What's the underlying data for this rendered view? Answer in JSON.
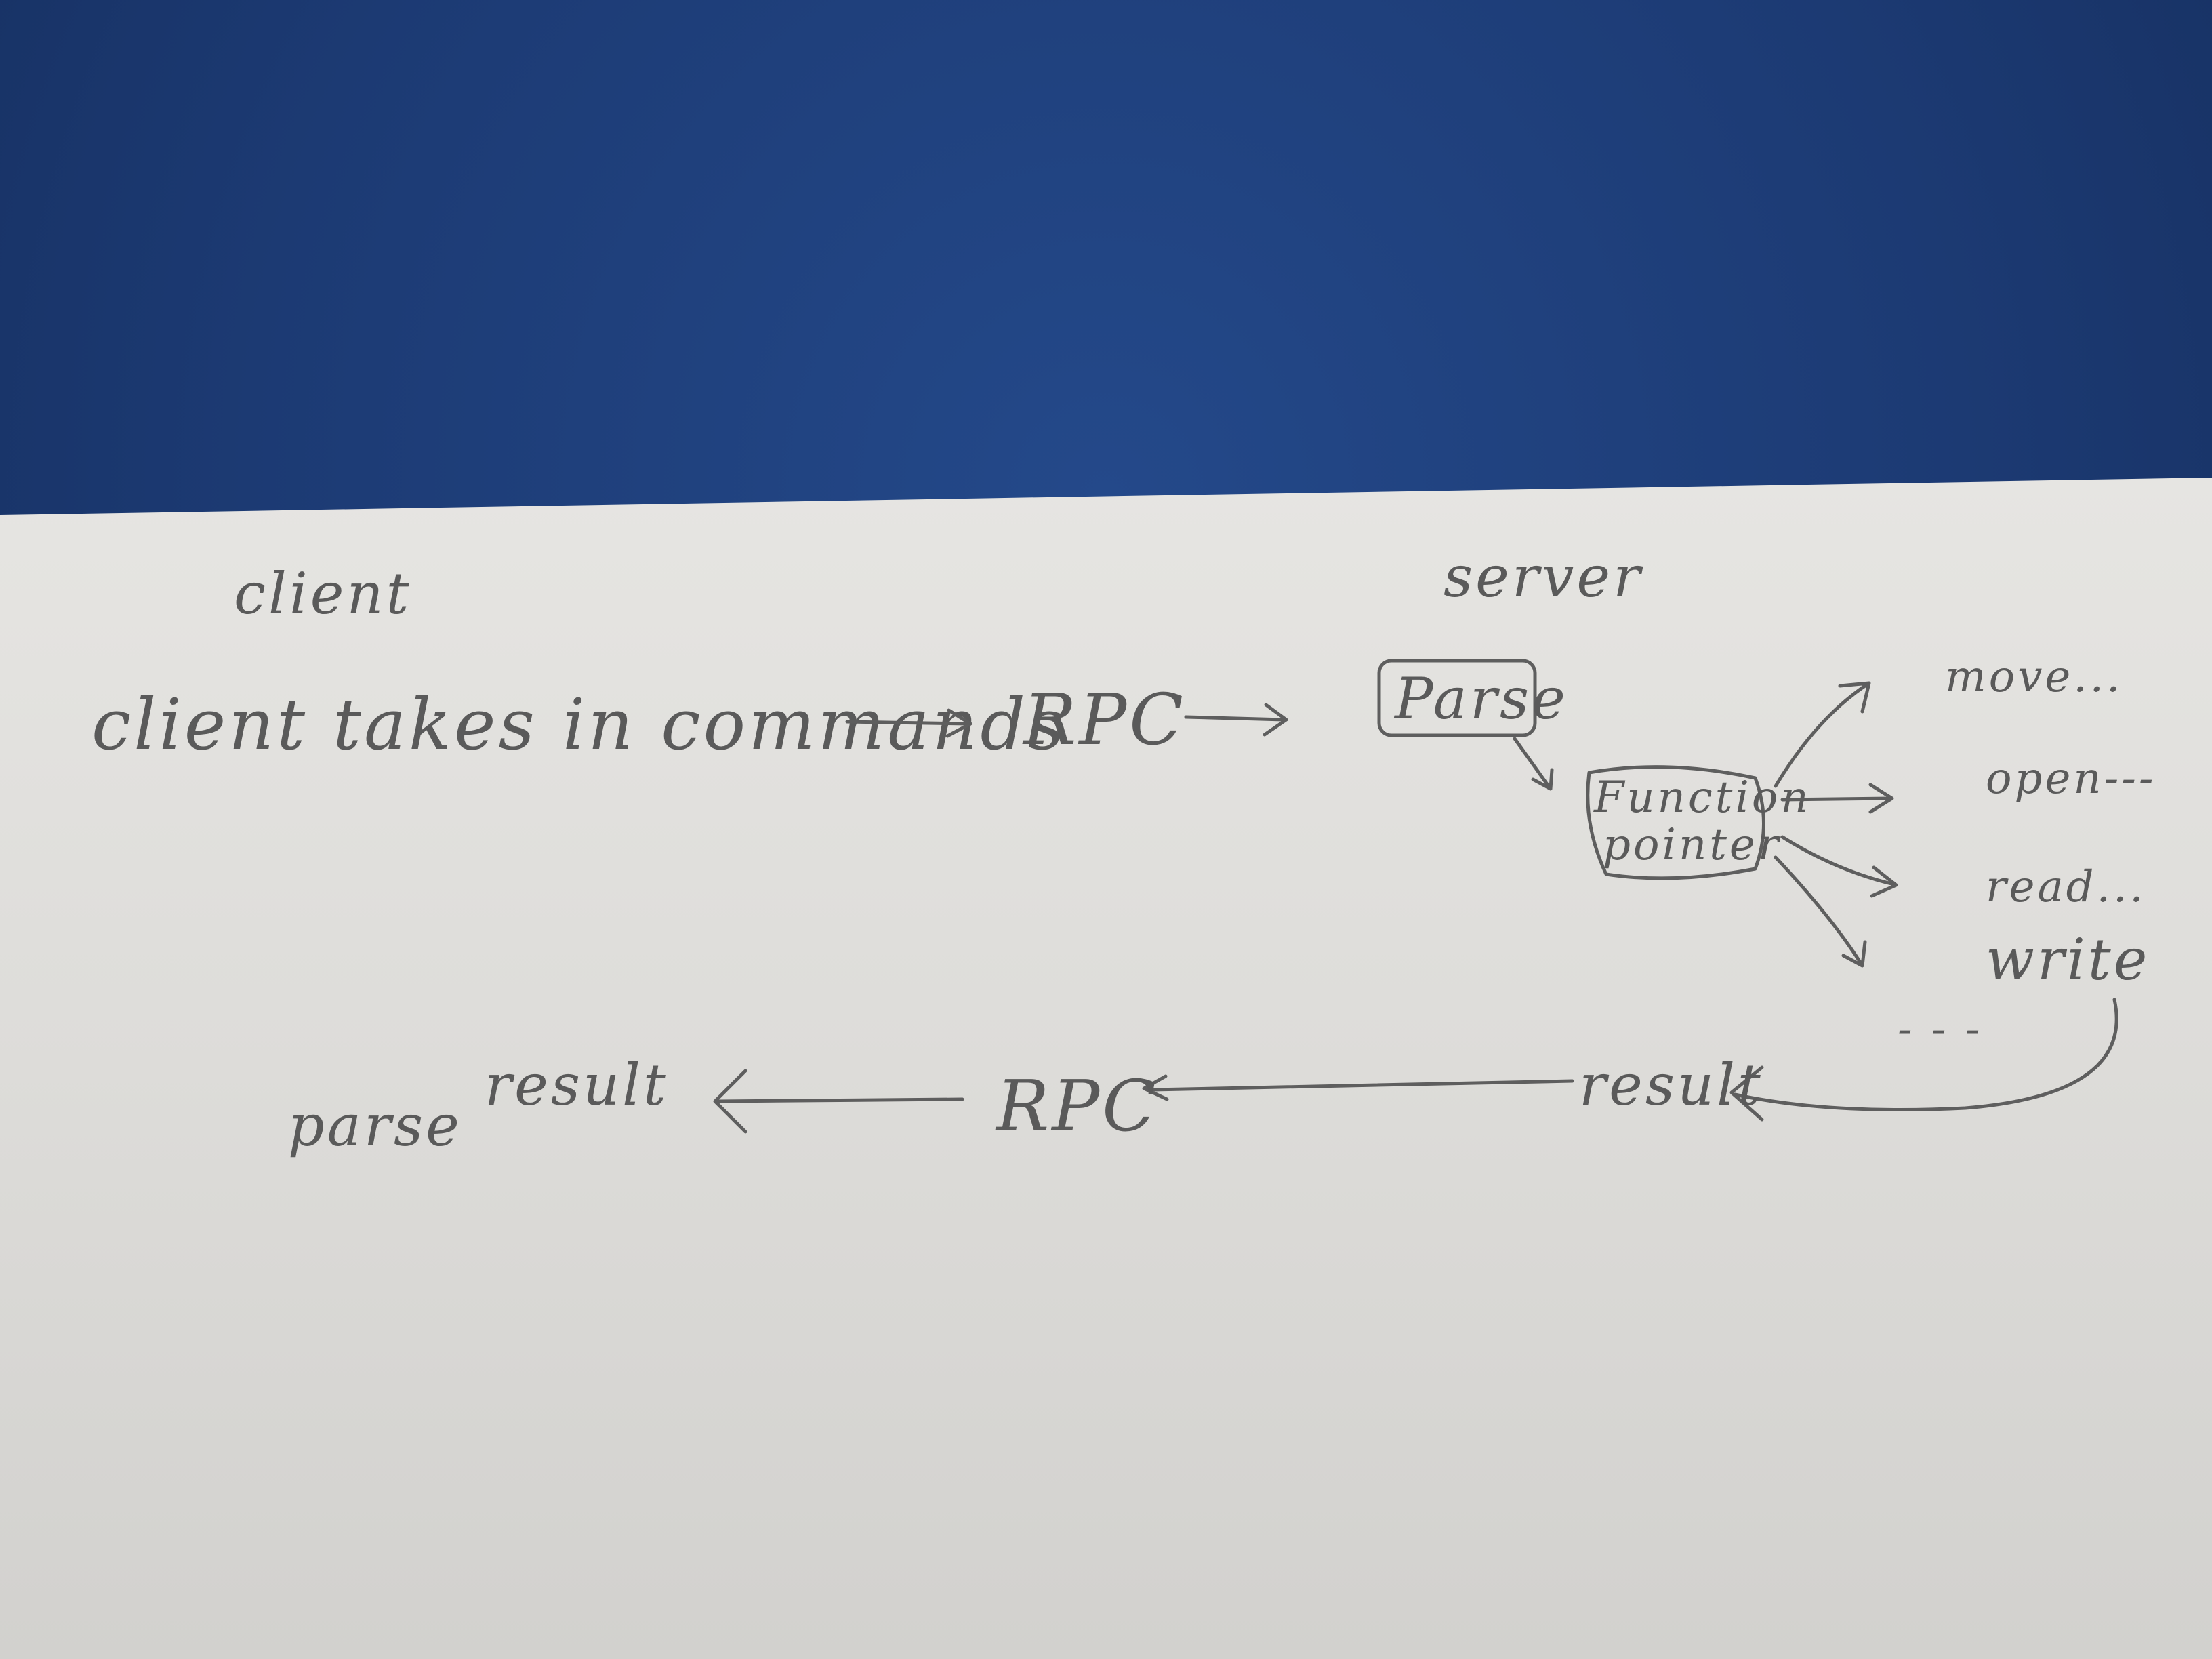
{
  "labels": {
    "client_heading": "client",
    "server_heading": "server",
    "client_takes": "client takes in commands",
    "rpc_top": "RPC",
    "parse_box": "Parse",
    "function_pointer_line1": "Function",
    "function_pointer_line2": "pointer",
    "branch_move": "move...",
    "branch_open": "open---",
    "branch_read": "read...",
    "branch_write": "write",
    "branch_more": "- - -",
    "result_server": "result",
    "rpc_bottom": "RPC",
    "parse_result_1": "parse",
    "parse_result_2": "result"
  },
  "colors": {
    "desk": "#1e3f7a",
    "paper": "#e4e3e0",
    "ink": "#5a5a5a"
  }
}
